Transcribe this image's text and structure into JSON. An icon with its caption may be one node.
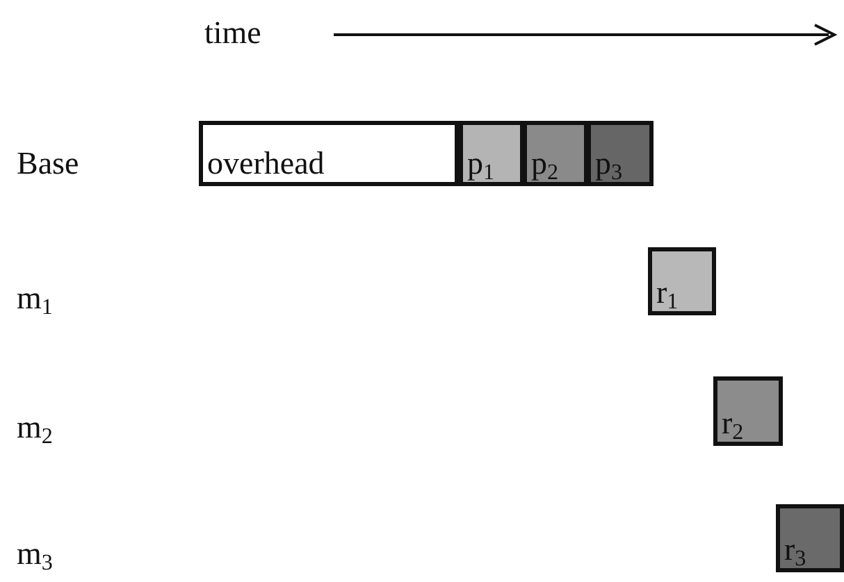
{
  "diagram": {
    "nodes": [
      {
        "text": [
          "overhead"
        ]
      },
      {
        "text": [
          "p$_{1}$"
        ]
      },
      {
        "text": [
          "p$_{2}$"
        ]
      },
      {
        "text": [
          "p$_{3}$"
        ]
      },
      {
        "text": [
          "r$_{1}$"
        ]
      },
      {
        "text": [
          "r$_{2}$"
        ]
      },
      {
        "text": [
          "r$_{3}$"
        ]
      }
    ],
    "edges": [],
    "labels": [
      "time",
      "Base",
      "m$_{1}$",
      "m$_{2}$",
      "m$_{3}$"
    ]
  }
}
